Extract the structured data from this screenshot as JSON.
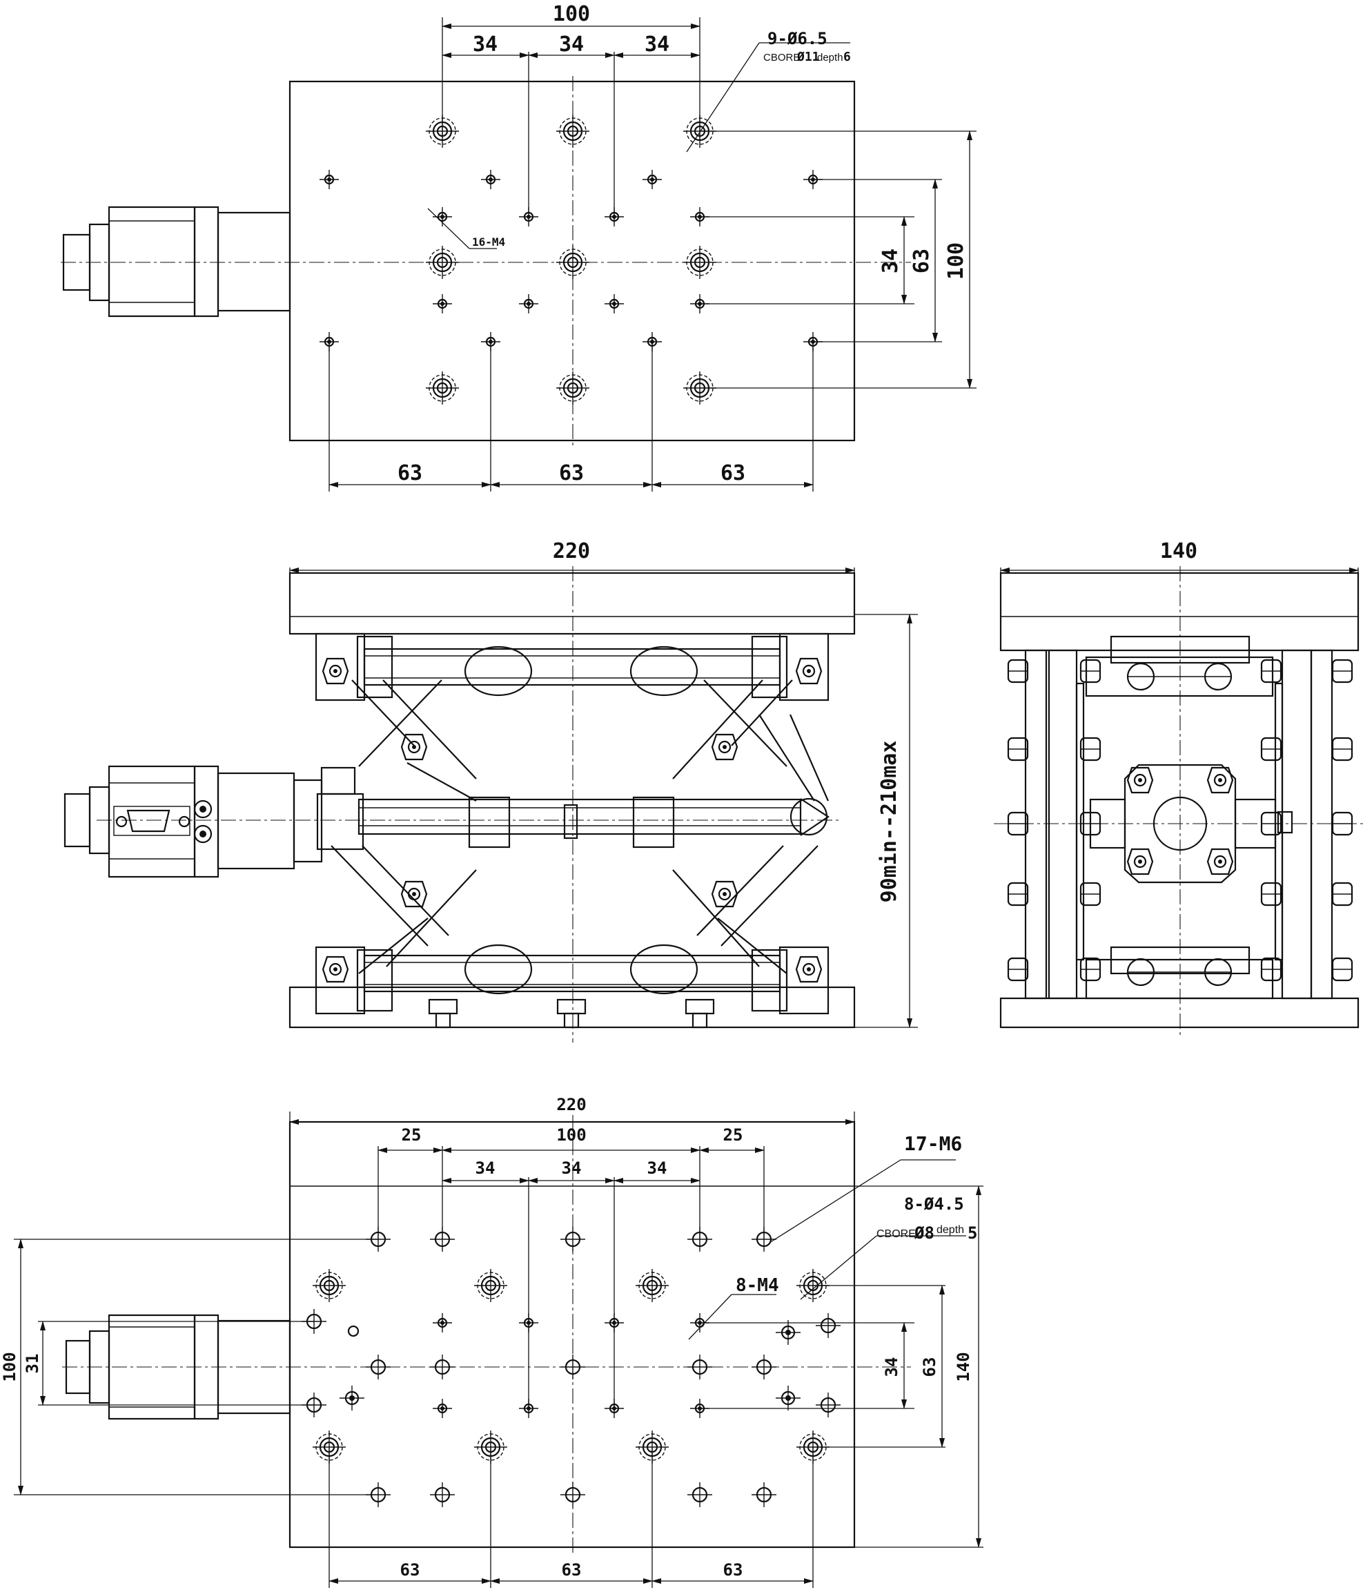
{
  "top_view": {
    "dims": {
      "w100": "100",
      "s34a": "34",
      "s34b": "34",
      "s34c": "34",
      "v34": "34",
      "v63": "63",
      "v100": "100",
      "b63a": "63",
      "b63b": "63",
      "b63c": "63"
    },
    "notes": {
      "cbore_count": "9-Ø6.5",
      "cbore_spec": "CBORE",
      "cbore_dia": "Ø11",
      "cbore_depth_word": "depth",
      "cbore_depth": "6",
      "tap": "16-M4"
    }
  },
  "front_view": {
    "width": "220",
    "height_range": "90min--210max"
  },
  "side_view": {
    "width": "140"
  },
  "bottom_view": {
    "dims": {
      "w220": "220",
      "w25a": "25",
      "w100": "100",
      "w25b": "25",
      "s34a": "34",
      "s34b": "34",
      "s34c": "34",
      "l100": "100",
      "l31": "31",
      "r34": "34",
      "r63": "63",
      "r140": "140",
      "b63a": "63",
      "b63b": "63",
      "b63c": "63"
    },
    "notes": {
      "m6": "17-M6",
      "cbore_count": "8-Ø4.5",
      "cbore_spec": "CBORE",
      "cbore_dia": "Ø8",
      "cbore_depth_word": "depth",
      "cbore_depth": "5",
      "m4": "8-M4"
    }
  }
}
